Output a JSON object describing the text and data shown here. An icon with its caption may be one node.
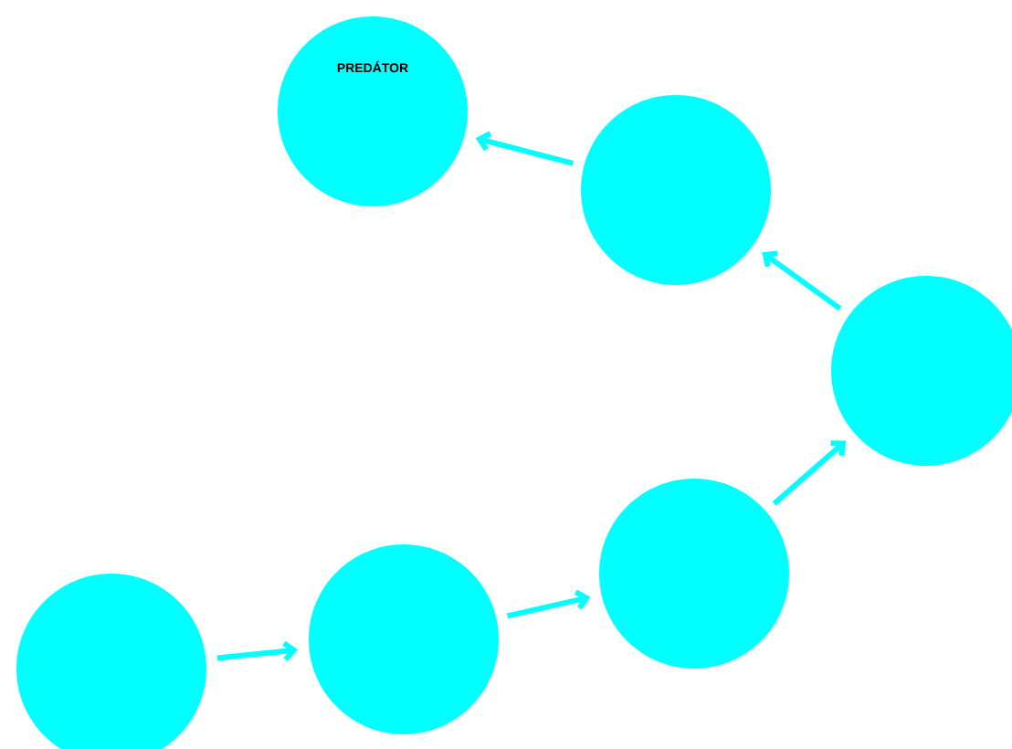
{
  "diagram": {
    "nodes": [
      {
        "text": [
          "PREDÁTOR"
        ]
      },
      {
        "text": [],
        "shape": "circle"
      },
      {
        "text": [],
        "shape": "circle"
      },
      {
        "text": [],
        "shape": "circle"
      },
      {
        "text": [],
        "shape": "circle"
      },
      {
        "text": [],
        "shape": "circle"
      }
    ],
    "edges": [
      {
        "from": 5,
        "to": 4,
        "arrow": "to"
      },
      {
        "from": 4,
        "to": 3,
        "arrow": "to"
      },
      {
        "from": 3,
        "to": 2,
        "arrow": "to"
      },
      {
        "from": 2,
        "to": 1,
        "arrow": "to"
      },
      {
        "from": 1,
        "to": 0,
        "arrow": "to"
      }
    ]
  }
}
